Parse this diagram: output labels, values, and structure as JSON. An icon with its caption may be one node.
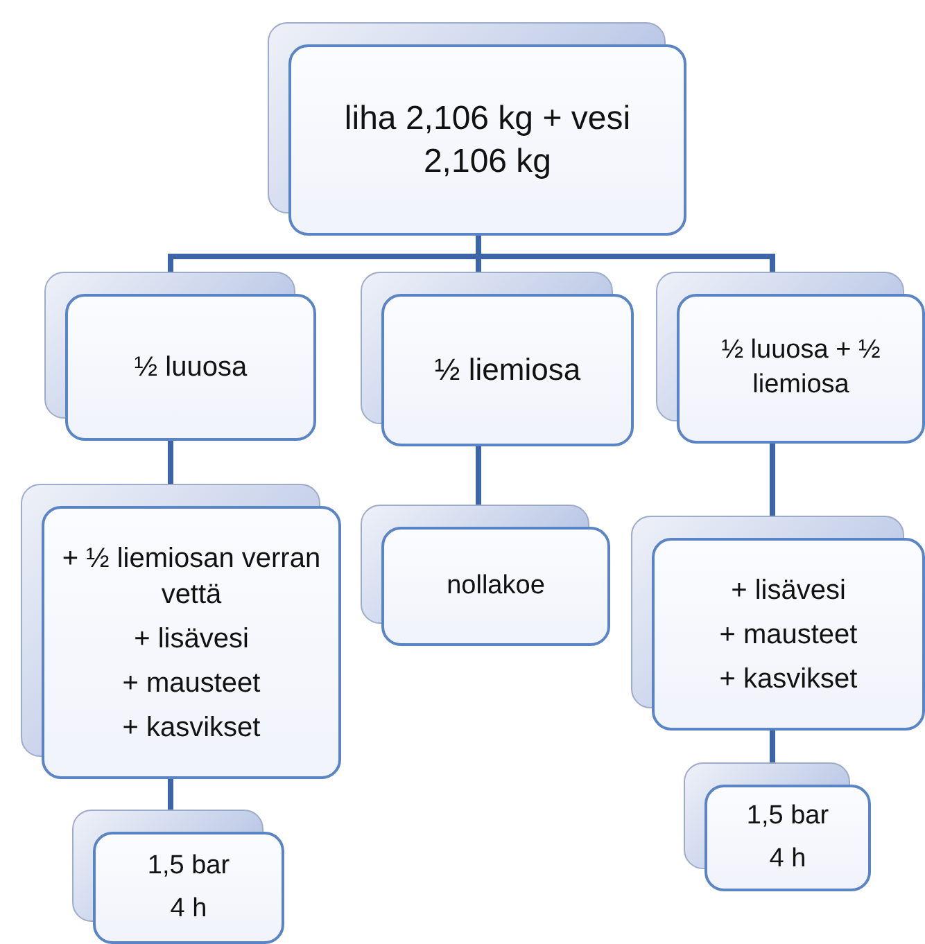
{
  "diagram": {
    "nodes": [
      {
        "text": [
          "liha 2,106 kg + vesi 2,106 kg"
        ]
      },
      {
        "text": [
          "½ luuosa"
        ]
      },
      {
        "text": [
          "½ liemiosa"
        ]
      },
      {
        "text": [
          "½ luuosa + ½ liemiosa"
        ]
      },
      {
        "text": [
          "+ ½ liemiosan verran vettä",
          "+ lisävesi",
          "+ mausteet",
          "+ kasvikset"
        ]
      },
      {
        "text": [
          "nollakoe"
        ]
      },
      {
        "text": [
          "+ lisävesi",
          "+ mausteet",
          "+ kasvikset"
        ]
      },
      {
        "text": [
          "1,5 bar",
          "4 h"
        ]
      },
      {
        "text": [
          "1,5 bar",
          "4 h"
        ]
      }
    ],
    "edges": [
      {
        "from": 0,
        "to": 1,
        "arrow": "none"
      },
      {
        "from": 0,
        "to": 2,
        "arrow": "none"
      },
      {
        "from": 0,
        "to": 3,
        "arrow": "none"
      },
      {
        "from": 1,
        "to": 4,
        "arrow": "none"
      },
      {
        "from": 2,
        "to": 5,
        "arrow": "none"
      },
      {
        "from": 3,
        "to": 6,
        "arrow": "none"
      },
      {
        "from": 4,
        "to": 7,
        "arrow": "none"
      },
      {
        "from": 6,
        "to": 8,
        "arrow": "none"
      }
    ]
  }
}
